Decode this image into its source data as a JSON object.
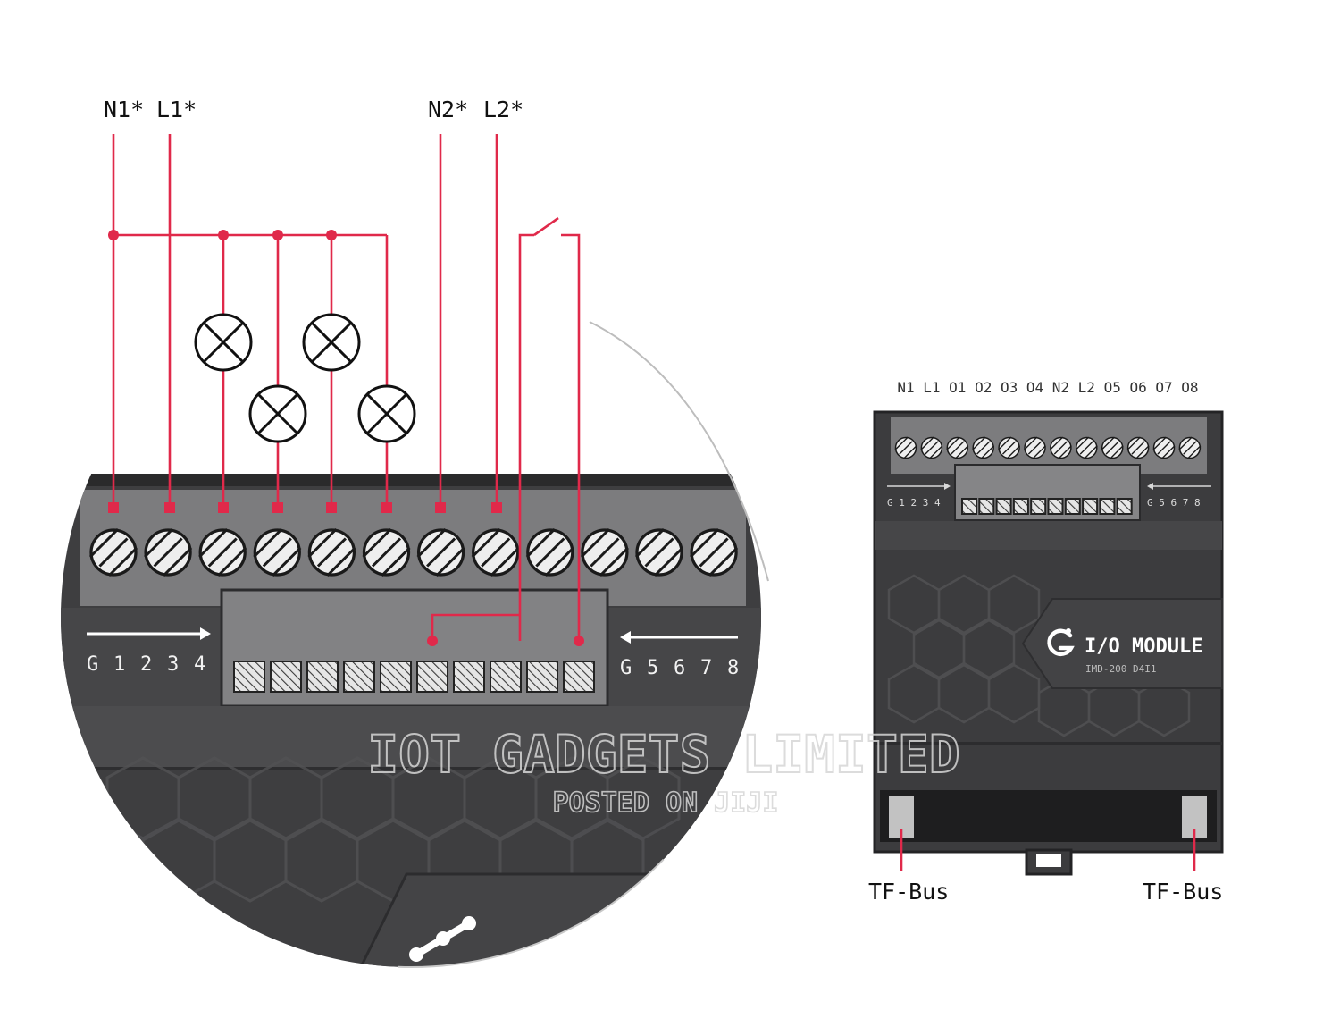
{
  "diagram": {
    "supply_labels": [
      "N1*",
      "L1*",
      "N2*",
      "L2*"
    ],
    "zoom_input_labels_left": [
      "G",
      "1",
      "2",
      "3",
      "4"
    ],
    "zoom_input_labels_right": [
      "G",
      "5",
      "6",
      "7",
      "8"
    ],
    "lamp_icon": "lamp-cross-icon",
    "switch_icon": "switch-contact-icon",
    "wire_color": "#e0294a"
  },
  "module": {
    "terminal_labels": [
      "N1",
      "L1",
      "O1",
      "O2",
      "O3",
      "O4",
      "N2",
      "L2",
      "O5",
      "O6",
      "O7",
      "O8"
    ],
    "input_labels_left": "G 1 2 3 4",
    "input_labels_right": "G 5 6 7 8",
    "brand_icon": "brand-logo-icon",
    "name": "I/O MODULE",
    "model": "IMD-200 D4I1",
    "bus_left": "TF-Bus",
    "bus_right": "TF-Bus"
  },
  "watermark": {
    "line1": "IOT GADGETS LIMITED",
    "line2": "POSTED ON JIJI"
  },
  "colors": {
    "wire": "#e0294a",
    "body_dark": "#3b3b3d",
    "terminal_block": "#7c7c7e",
    "bus_slot": "#1e1e1f"
  }
}
